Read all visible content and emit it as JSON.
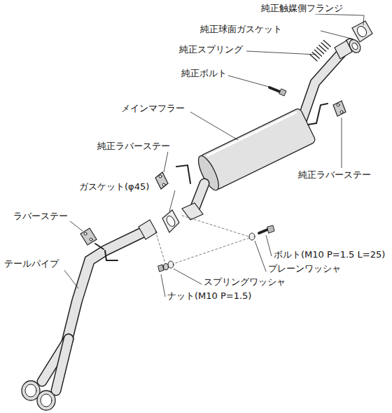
{
  "diagram": {
    "labels": [
      "純正触媒側フランジ",
      "純正球面ガスケット",
      "純正スプリング",
      "純正ボルト",
      "メインマフラー",
      "純正ラバーステー",
      "純正ラバーステー",
      "ガスケット(φ45)",
      "ラバーステー",
      "テールパイプ",
      "ボルト(M10 P=1.5 L=25)",
      "プレーンワッシャ",
      "スプリングワッシャ",
      "ナット(M10 P=1.5)"
    ]
  }
}
